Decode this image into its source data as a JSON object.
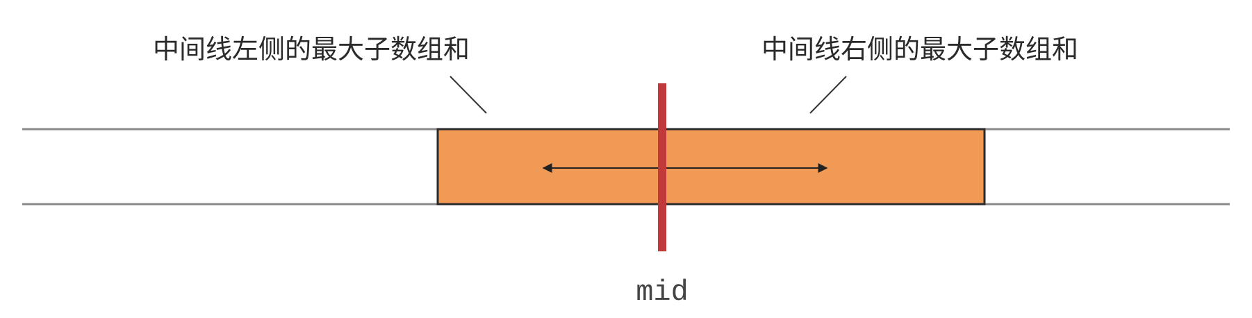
{
  "labels": {
    "left_max": "中间线左侧的最大子数组和",
    "right_max": "中间线右侧的最大子数组和",
    "mid": "mid"
  },
  "colors": {
    "array_line": "#8a8a8a",
    "segment_fill": "#f19a56",
    "segment_stroke": "#2b2b2b",
    "mid_line": "#c0393b",
    "arrow": "#222222",
    "pointer_line": "#333333",
    "text": "#2a2a2a"
  }
}
